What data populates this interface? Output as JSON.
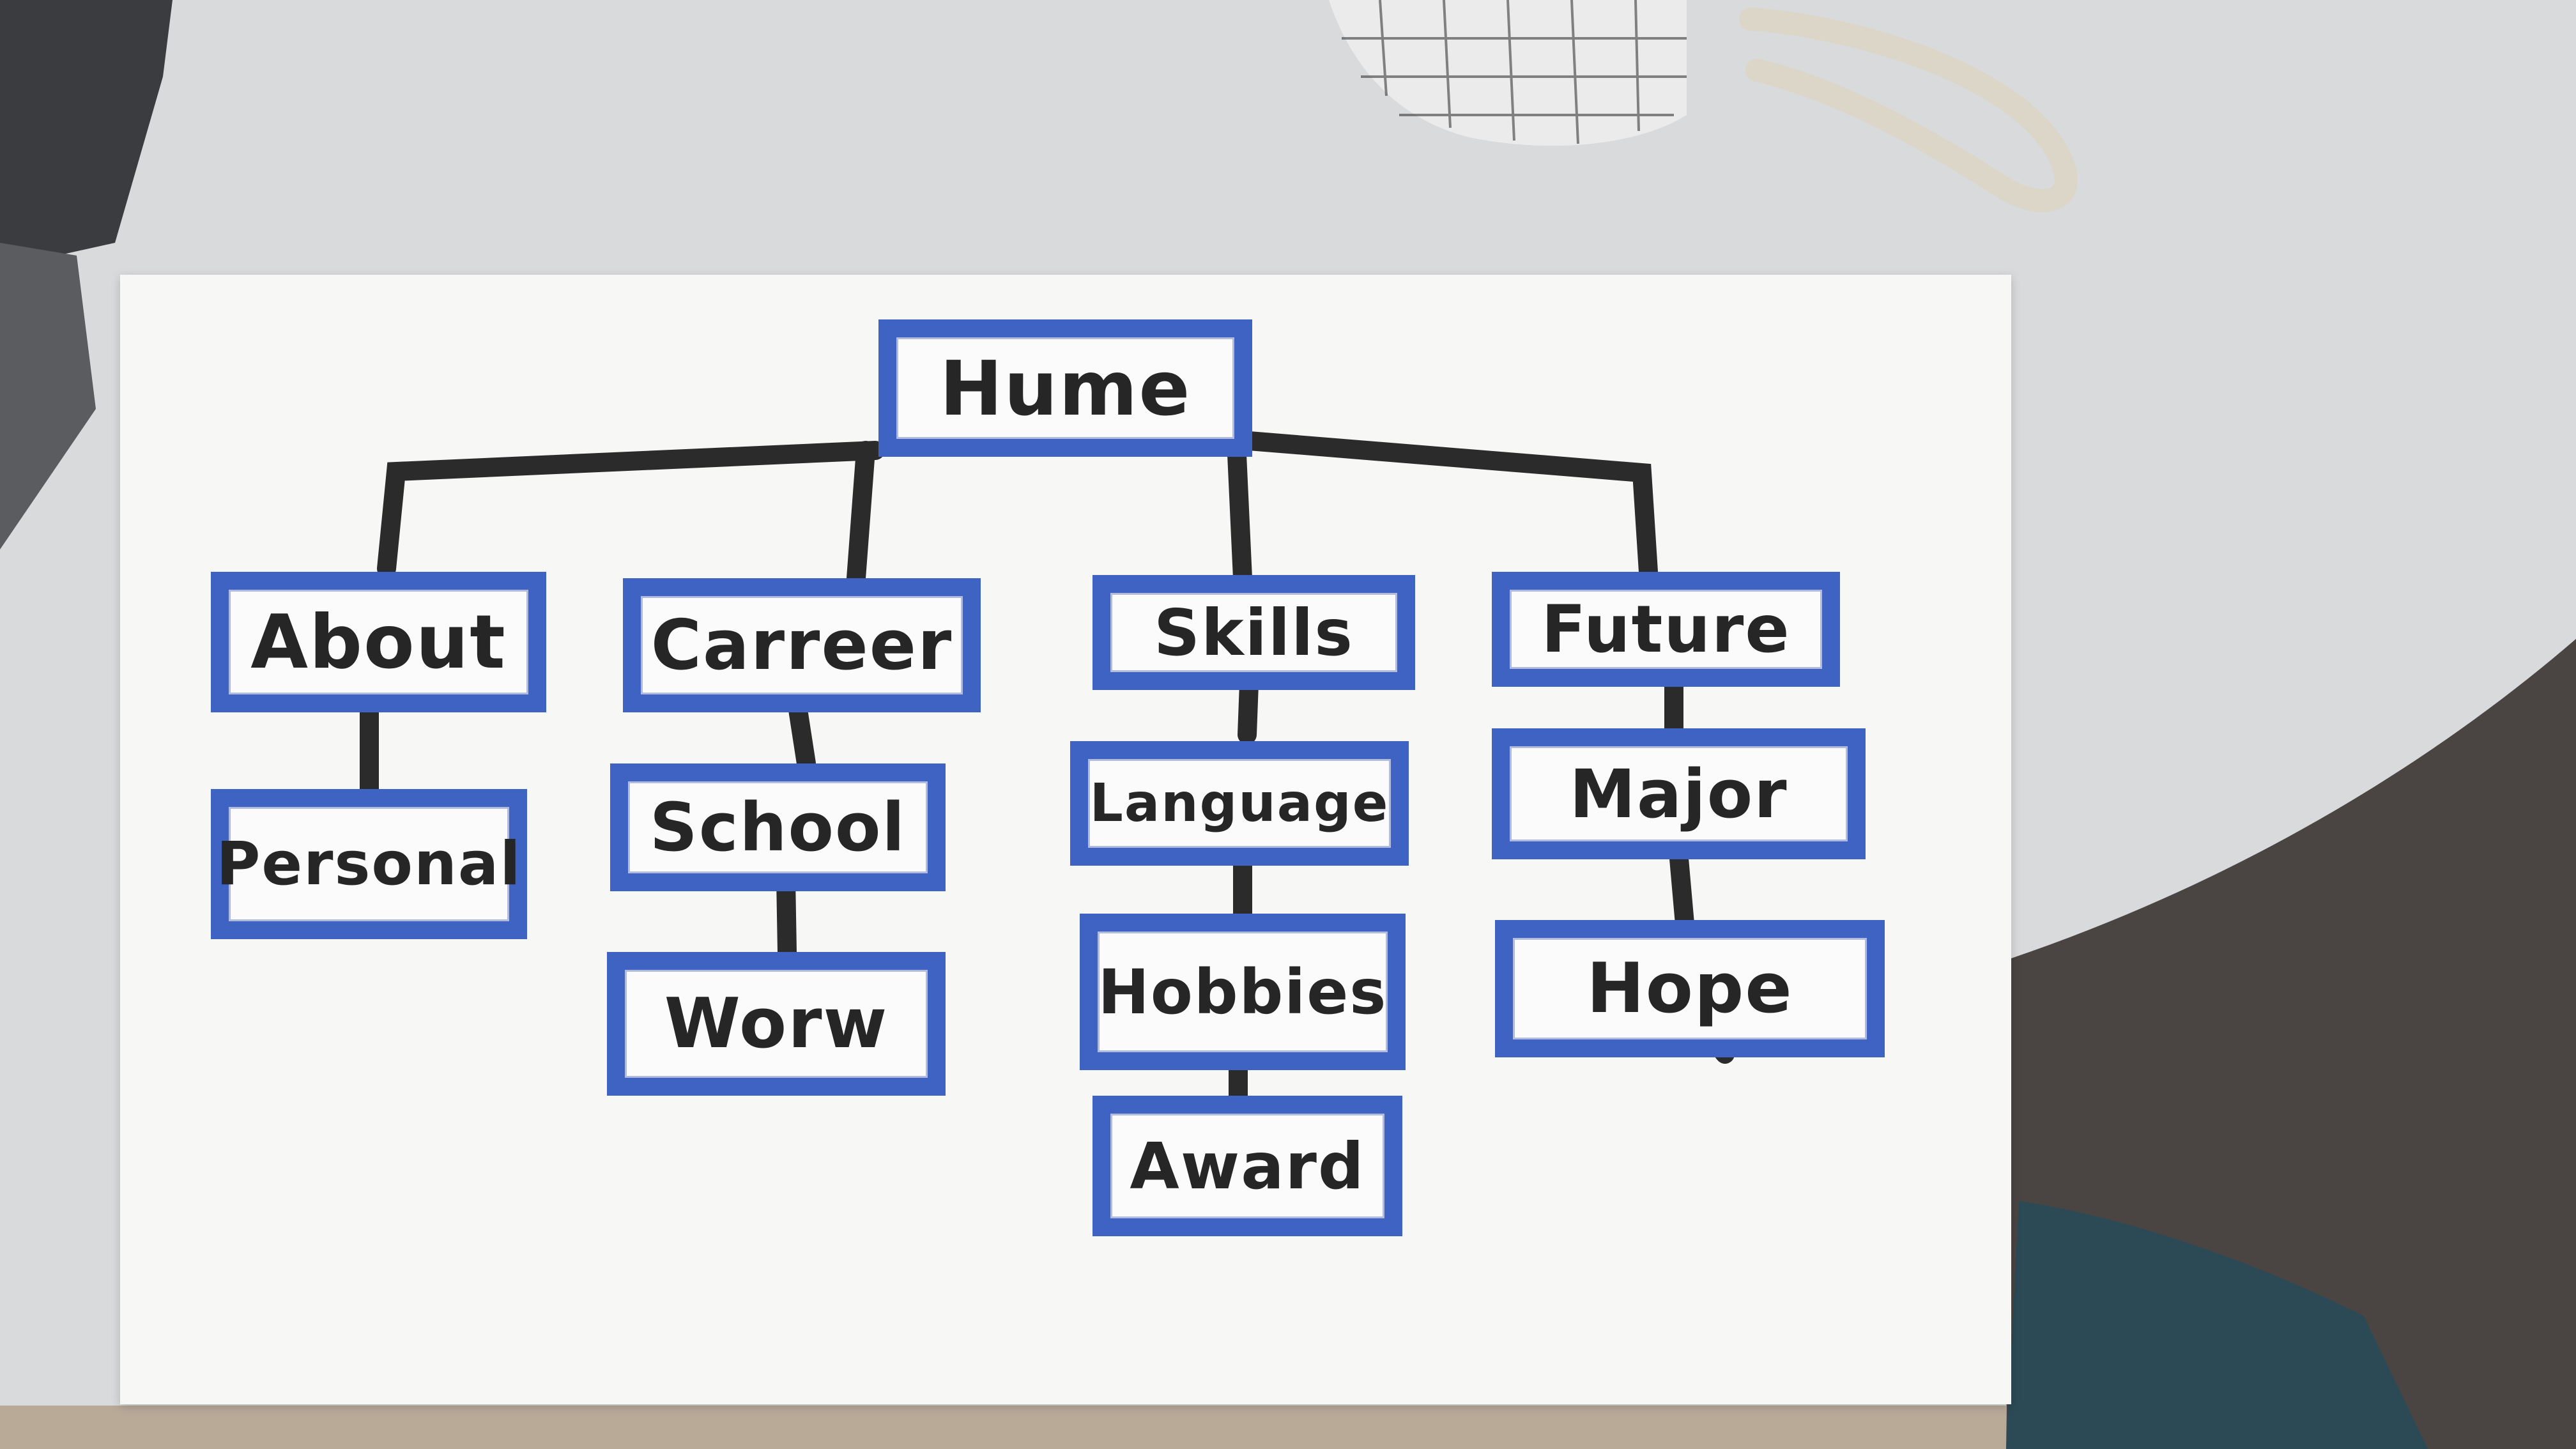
{
  "tree": {
    "root": "Hume",
    "level1": [
      "About",
      "Carreer",
      "Skills",
      "Future"
    ],
    "about_children": [
      "Personal"
    ],
    "carreer_children": [
      "School",
      "Worw"
    ],
    "skills_children": [
      "Language",
      "Hobbies",
      "Award"
    ],
    "future_children": [
      "Major",
      "Hope"
    ]
  },
  "colors": {
    "box_border": "#3f63c2",
    "ink": "#262626",
    "paper": "#f7f7f6",
    "table": "#d9dadc"
  }
}
